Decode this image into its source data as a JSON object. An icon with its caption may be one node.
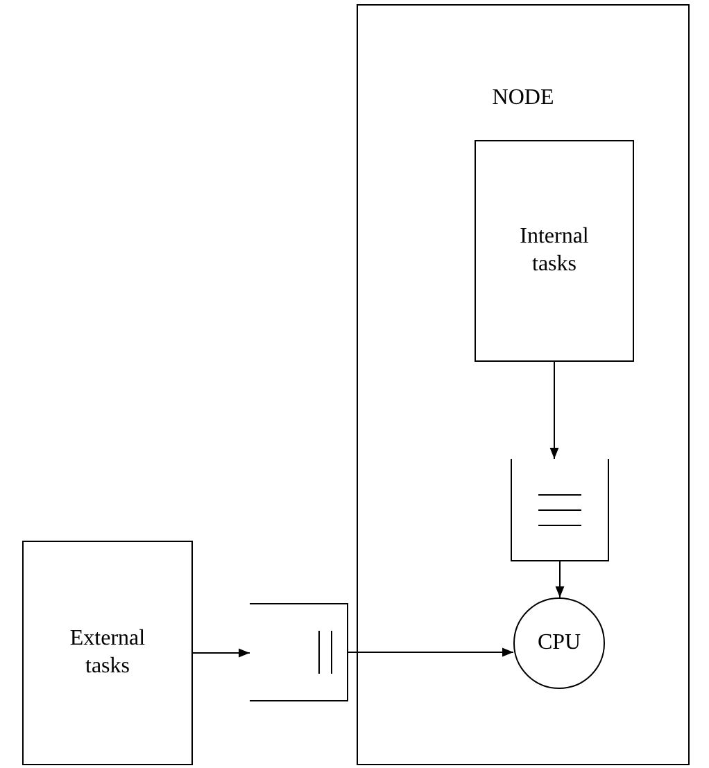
{
  "diagram": {
    "nodes": [
      {
        "text": [
          "NODE"
        ]
      },
      {
        "text": [
          "Internal tasks"
        ],
        "in": 0
      },
      {
        "text": [],
        "shape": "queue",
        "in": 0
      },
      {
        "text": [
          "CPU"
        ],
        "in": 0
      },
      {
        "text": [
          "External tasks"
        ]
      },
      {
        "text": [],
        "shape": "queue"
      }
    ],
    "edges": [
      {
        "from": 1,
        "to": 2,
        "arrow": "to"
      },
      {
        "from": 2,
        "to": 3,
        "arrow": "to"
      },
      {
        "from": 4,
        "to": 5,
        "arrow": "to"
      },
      {
        "from": 5,
        "to": 3,
        "arrow": "to"
      }
    ]
  }
}
